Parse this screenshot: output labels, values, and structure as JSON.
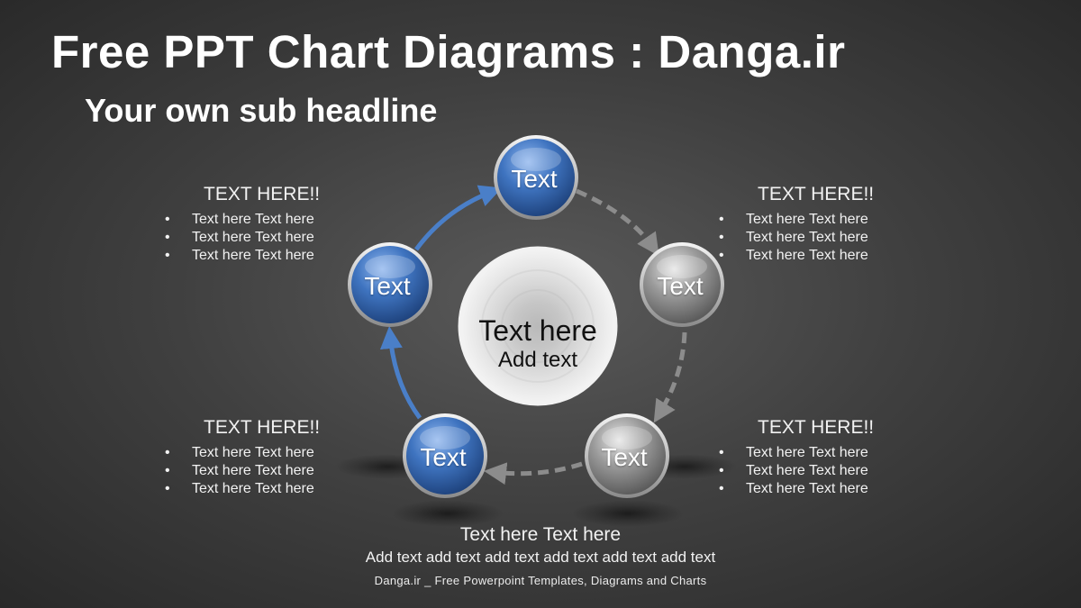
{
  "header": {
    "title": "Free PPT Chart Diagrams : Danga.ir",
    "subtitle": "Your own sub headline"
  },
  "colors": {
    "blue_node": "#3f74c0",
    "gray_node": "#9a9a9a",
    "blue_arrow": "#4a7fc8",
    "gray_arrow": "#8c8c8c"
  },
  "center": {
    "main": "Text here",
    "sub": "Add text"
  },
  "nodes": [
    {
      "label": "Text",
      "style": "blue"
    },
    {
      "label": "Text",
      "style": "gray"
    },
    {
      "label": "Text",
      "style": "gray"
    },
    {
      "label": "Text",
      "style": "blue"
    },
    {
      "label": "Text",
      "style": "blue"
    }
  ],
  "blocks": {
    "top_left": {
      "title": "TEXT HERE!!",
      "items": [
        "Text here Text here",
        "Text here Text here",
        "Text here Text here"
      ]
    },
    "top_right": {
      "title": "TEXT HERE!!",
      "items": [
        "Text here Text here",
        "Text here Text here",
        "Text here Text here"
      ]
    },
    "bottom_left": {
      "title": "TEXT HERE!!",
      "items": [
        "Text here Text here",
        "Text here Text here",
        "Text here Text here"
      ]
    },
    "bottom_right": {
      "title": "TEXT HERE!!",
      "items": [
        "Text here Text here",
        "Text here Text here",
        "Text here Text here"
      ]
    }
  },
  "bottom": {
    "main": "Text here Text here",
    "sub": "Add text add text add text add text add text add text"
  },
  "footer": "Danga.ir _ Free Powerpoint Templates, Diagrams and Charts"
}
